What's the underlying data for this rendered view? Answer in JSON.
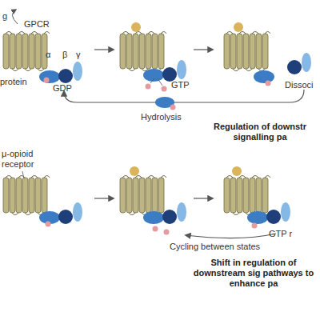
{
  "diagram": {
    "labels": [
      "g",
      "GPCR",
      "α",
      "β",
      "γ",
      "protein",
      "GDP",
      "GTP",
      "Dissoci",
      "Hydrolysis",
      "Regulation of downstr signalling pa",
      "μ-opioid receptor",
      "GTP r",
      "Cycling between states",
      "Shift in regulation of downstream sig pathways to enhance pa"
    ]
  }
}
